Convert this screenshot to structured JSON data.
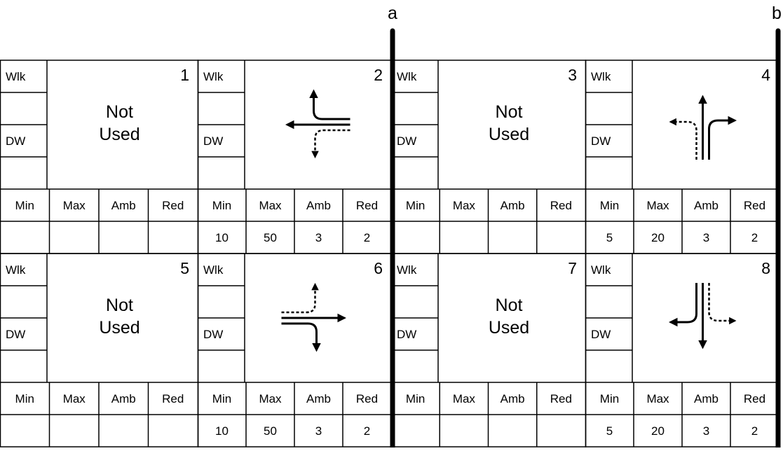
{
  "ring_markers": [
    "a",
    "b"
  ],
  "labels": {
    "walk": "Wlk",
    "dont_walk": "DW",
    "min": "Min",
    "max": "Max",
    "amber": "Amb",
    "red": "Red",
    "not_used_line1": "Not",
    "not_used_line2": "Used"
  },
  "phases": [
    {
      "number": "1",
      "used": false,
      "min": "",
      "max": "",
      "amb": "",
      "red": ""
    },
    {
      "number": "2",
      "used": true,
      "movement": "westbound-through-right-dashed-left",
      "min": "10",
      "max": "50",
      "amb": "3",
      "red": "2"
    },
    {
      "number": "3",
      "used": false,
      "min": "",
      "max": "",
      "amb": "",
      "red": ""
    },
    {
      "number": "4",
      "used": true,
      "movement": "northbound-through-right-dashed-left",
      "min": "5",
      "max": "20",
      "amb": "3",
      "red": "2"
    },
    {
      "number": "5",
      "used": false,
      "min": "",
      "max": "",
      "amb": "",
      "red": ""
    },
    {
      "number": "6",
      "used": true,
      "movement": "eastbound-through-right-dashed-left",
      "min": "10",
      "max": "50",
      "amb": "3",
      "red": "2"
    },
    {
      "number": "7",
      "used": false,
      "min": "",
      "max": "",
      "amb": "",
      "red": ""
    },
    {
      "number": "8",
      "used": true,
      "movement": "southbound-through-right-dashed-left",
      "min": "5",
      "max": "20",
      "amb": "3",
      "red": "2"
    }
  ]
}
